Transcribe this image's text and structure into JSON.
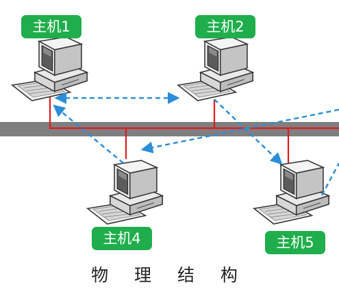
{
  "colors": {
    "bus": "#7f7f7f",
    "link": "#e0191f",
    "flow": "#2b8ed8",
    "label_bg": "#1fae4b",
    "label_text": "#ffffff"
  },
  "hosts": [
    {
      "label": "主机1"
    },
    {
      "label": "主机2"
    },
    {
      "label": "主机4"
    },
    {
      "label": "主机5"
    }
  ],
  "caption": "物 理 结 构"
}
